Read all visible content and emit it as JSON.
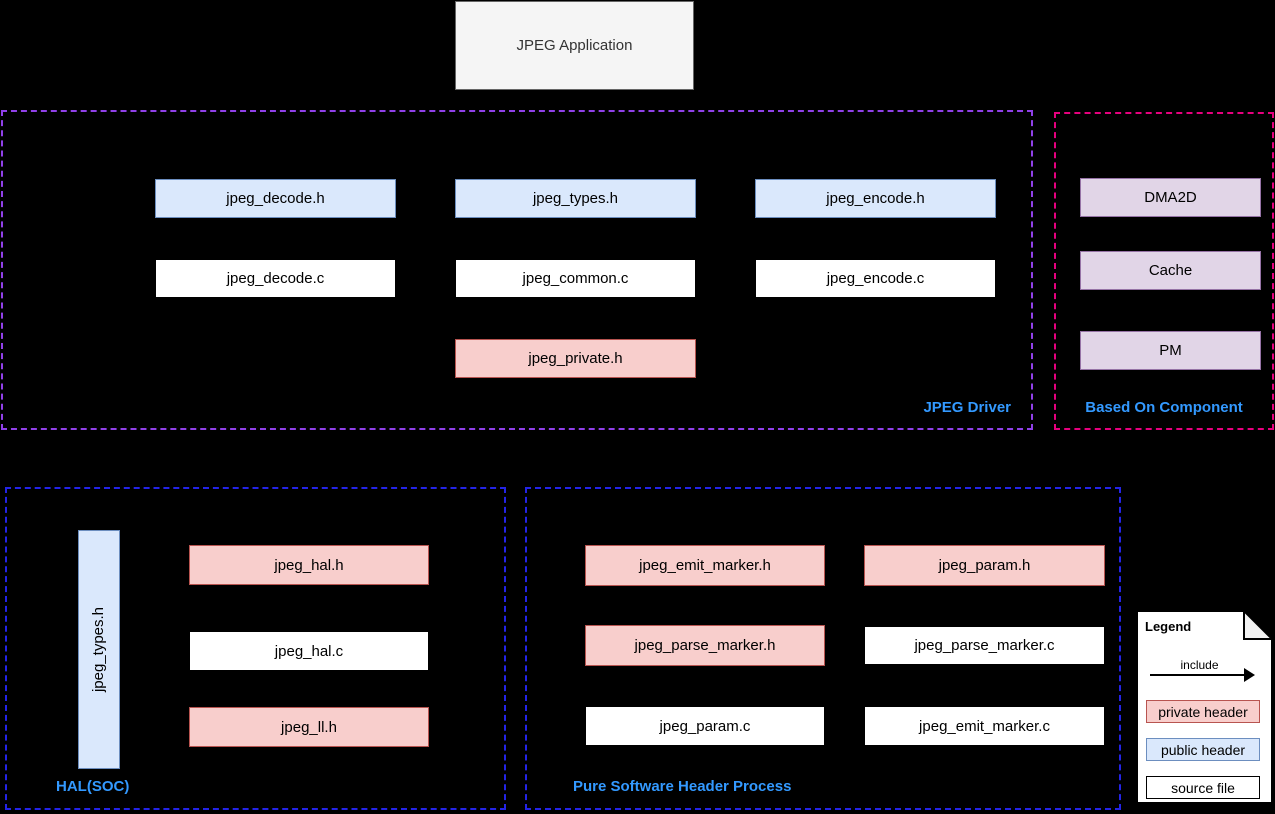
{
  "app": {
    "title": "JPEG Application"
  },
  "groups": {
    "driver": {
      "label": "JPEG Driver",
      "boxes": [
        {
          "label": "jpeg_decode.h",
          "type": "public header"
        },
        {
          "label": "jpeg_types.h",
          "type": "public header"
        },
        {
          "label": "jpeg_encode.h",
          "type": "public header"
        },
        {
          "label": "jpeg_decode.c",
          "type": "source file"
        },
        {
          "label": "jpeg_common.c",
          "type": "source file"
        },
        {
          "label": "jpeg_encode.c",
          "type": "source file"
        },
        {
          "label": "jpeg_private.h",
          "type": "private header"
        }
      ]
    },
    "based_on_component": {
      "label": "Based On Component",
      "boxes": [
        {
          "label": "DMA2D"
        },
        {
          "label": "Cache"
        },
        {
          "label": "PM"
        }
      ]
    },
    "hal": {
      "label": "HAL(SOC)",
      "vertical_box": {
        "label": "jpeg_types.h",
        "type": "public header"
      },
      "boxes": [
        {
          "label": "jpeg_hal.h",
          "type": "private header"
        },
        {
          "label": "jpeg_hal.c",
          "type": "source file"
        },
        {
          "label": "jpeg_ll.h",
          "type": "private header"
        }
      ]
    },
    "pure_software": {
      "label": "Pure Software Header Process",
      "boxes": [
        {
          "label": "jpeg_emit_marker.h",
          "type": "private header"
        },
        {
          "label": "jpeg_param.h",
          "type": "private header"
        },
        {
          "label": "jpeg_parse_marker.h",
          "type": "private header"
        },
        {
          "label": "jpeg_parse_marker.c",
          "type": "source file"
        },
        {
          "label": "jpeg_param.c",
          "type": "source file"
        },
        {
          "label": "jpeg_emit_marker.c",
          "type": "source file"
        }
      ]
    }
  },
  "legend": {
    "title": "Legend",
    "arrow_label": "include",
    "items": [
      {
        "label": "private header"
      },
      {
        "label": "public header"
      },
      {
        "label": "source file"
      }
    ]
  },
  "colors": {
    "background": "#000000",
    "public_header_fill": "#dae8fc",
    "public_header_border": "#6c8ebf",
    "private_header_fill": "#f8cecc",
    "private_header_border": "#b85450",
    "source_file_fill": "#ffffff",
    "component_fill": "#e1d5e7",
    "component_border": "#9673a6",
    "driver_outline": "#9040e8",
    "based_on_component_outline": "#e6007e",
    "software_group_outline": "#2424e6",
    "group_label_text": "#3399ff"
  }
}
